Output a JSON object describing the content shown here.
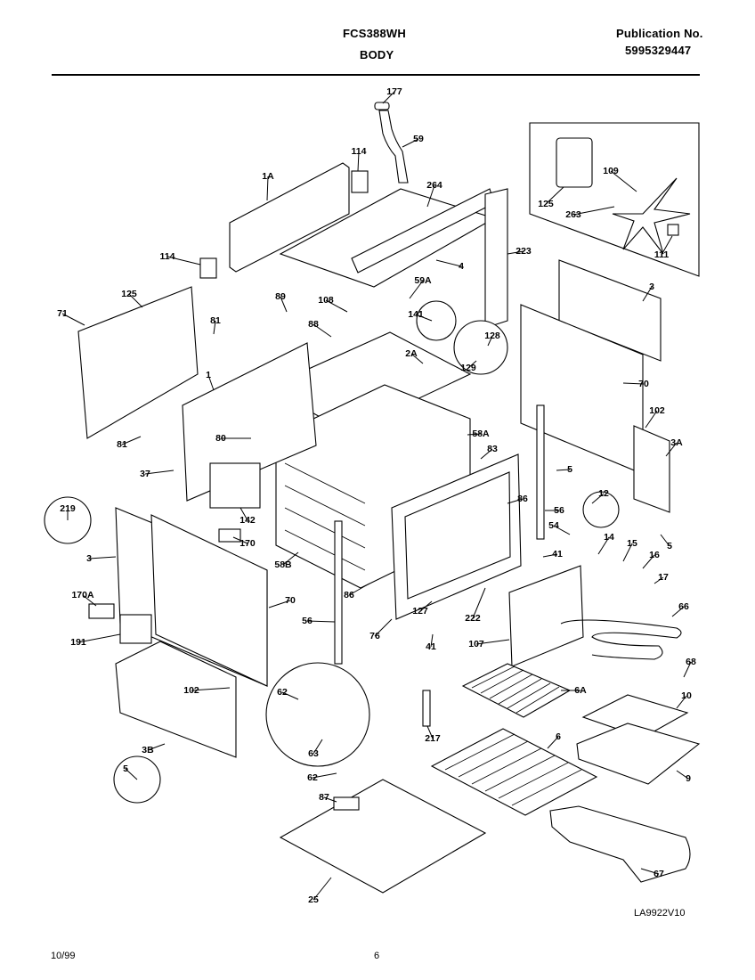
{
  "header": {
    "model": "FCS388WH",
    "section": "BODY",
    "publication_label": "Publication No.",
    "publication_number": "5995329447"
  },
  "footer": {
    "date": "10/99",
    "page": "6",
    "drawing_id": "LA9922V10"
  },
  "callouts": [
    {
      "id": "c177",
      "text": "177"
    },
    {
      "id": "c59",
      "text": "59"
    },
    {
      "id": "c114a",
      "text": "114"
    },
    {
      "id": "c1A",
      "text": "1A"
    },
    {
      "id": "c264",
      "text": "264"
    },
    {
      "id": "c125a",
      "text": "125"
    },
    {
      "id": "c109",
      "text": "109"
    },
    {
      "id": "c263",
      "text": "263"
    },
    {
      "id": "c111",
      "text": "111"
    },
    {
      "id": "c114b",
      "text": "114"
    },
    {
      "id": "c4",
      "text": "4"
    },
    {
      "id": "c223",
      "text": "223"
    },
    {
      "id": "c125b",
      "text": "125"
    },
    {
      "id": "c71",
      "text": "71"
    },
    {
      "id": "c89",
      "text": "89"
    },
    {
      "id": "c108",
      "text": "108"
    },
    {
      "id": "c59A",
      "text": "59A"
    },
    {
      "id": "c141",
      "text": "141"
    },
    {
      "id": "c3a",
      "text": "3"
    },
    {
      "id": "c81a",
      "text": "81"
    },
    {
      "id": "c88",
      "text": "88"
    },
    {
      "id": "c128",
      "text": "128"
    },
    {
      "id": "c2A",
      "text": "2A"
    },
    {
      "id": "c129",
      "text": "129"
    },
    {
      "id": "c1",
      "text": "1"
    },
    {
      "id": "c70a",
      "text": "70"
    },
    {
      "id": "c102a",
      "text": "102"
    },
    {
      "id": "c81b",
      "text": "81"
    },
    {
      "id": "c80",
      "text": "80"
    },
    {
      "id": "c58A",
      "text": "58A"
    },
    {
      "id": "c83",
      "text": "83"
    },
    {
      "id": "c3A",
      "text": "3A"
    },
    {
      "id": "c37",
      "text": "37"
    },
    {
      "id": "c5a",
      "text": "5"
    },
    {
      "id": "c86a",
      "text": "86"
    },
    {
      "id": "c12",
      "text": "12"
    },
    {
      "id": "c56a",
      "text": "56"
    },
    {
      "id": "c219",
      "text": "219"
    },
    {
      "id": "c142",
      "text": "142"
    },
    {
      "id": "c54",
      "text": "54"
    },
    {
      "id": "c5b",
      "text": "5"
    },
    {
      "id": "c170",
      "text": "170"
    },
    {
      "id": "c3b",
      "text": "3"
    },
    {
      "id": "c41a",
      "text": "41"
    },
    {
      "id": "c14",
      "text": "14"
    },
    {
      "id": "c15",
      "text": "15"
    },
    {
      "id": "c16",
      "text": "16"
    },
    {
      "id": "c58B",
      "text": "58B"
    },
    {
      "id": "c17",
      "text": "17"
    },
    {
      "id": "c86b",
      "text": "86"
    },
    {
      "id": "c70b",
      "text": "70"
    },
    {
      "id": "c170A",
      "text": "170A"
    },
    {
      "id": "c127",
      "text": "127"
    },
    {
      "id": "c222",
      "text": "222"
    },
    {
      "id": "c66",
      "text": "66"
    },
    {
      "id": "c56b",
      "text": "56"
    },
    {
      "id": "c76",
      "text": "76"
    },
    {
      "id": "c191",
      "text": "191"
    },
    {
      "id": "c41b",
      "text": "41"
    },
    {
      "id": "c107",
      "text": "107"
    },
    {
      "id": "c68",
      "text": "68"
    },
    {
      "id": "c102b",
      "text": "102"
    },
    {
      "id": "c62a",
      "text": "62"
    },
    {
      "id": "c6A",
      "text": "6A"
    },
    {
      "id": "c10",
      "text": "10"
    },
    {
      "id": "c217",
      "text": "217"
    },
    {
      "id": "c6",
      "text": "6"
    },
    {
      "id": "c3B",
      "text": "3B"
    },
    {
      "id": "c63",
      "text": "63"
    },
    {
      "id": "c62b",
      "text": "62"
    },
    {
      "id": "c5c",
      "text": "5"
    },
    {
      "id": "c9",
      "text": "9"
    },
    {
      "id": "c87",
      "text": "87"
    },
    {
      "id": "c67",
      "text": "67"
    },
    {
      "id": "c25",
      "text": "25"
    }
  ]
}
